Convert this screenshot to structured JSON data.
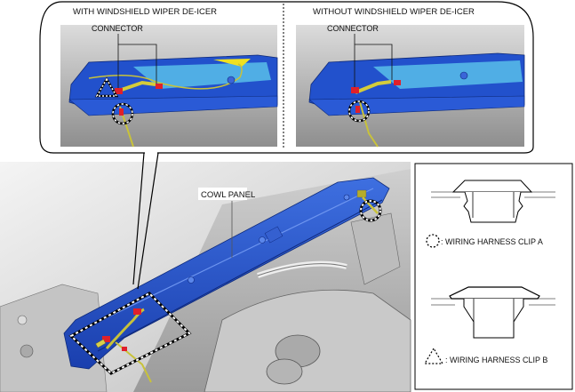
{
  "figure": {
    "type": "service-manual-illustration",
    "subject": "Cowl panel wiring harness connectors and clips"
  },
  "callout": {
    "left_panel": {
      "title": "WITH WINDSHIELD WIPER DE-ICER",
      "connector_label": "CONNECTOR",
      "markers": [
        "wiring-harness-clip-a",
        "wiring-harness-clip-b"
      ]
    },
    "right_panel": {
      "title": "WITHOUT WINDSHIELD WIPER DE-ICER",
      "connector_label": "CONNECTOR",
      "markers": [
        "wiring-harness-clip-a"
      ]
    }
  },
  "main_view": {
    "part_label": "COWL PANEL"
  },
  "legend": {
    "items": [
      {
        "symbol": "dashed-circle",
        "text": ": WIRING HARNESS CLIP A"
      },
      {
        "symbol": "dashed-triangle",
        "text": ": WIRING HARNESS CLIP B"
      }
    ]
  },
  "colors": {
    "panel_blue": "#1f4fc4",
    "panel_light_blue": "#4fb4e6",
    "connector_red": "#e0202a",
    "harness_yellow": "#c8c23a",
    "engine_gray": "#bdbdbd"
  }
}
